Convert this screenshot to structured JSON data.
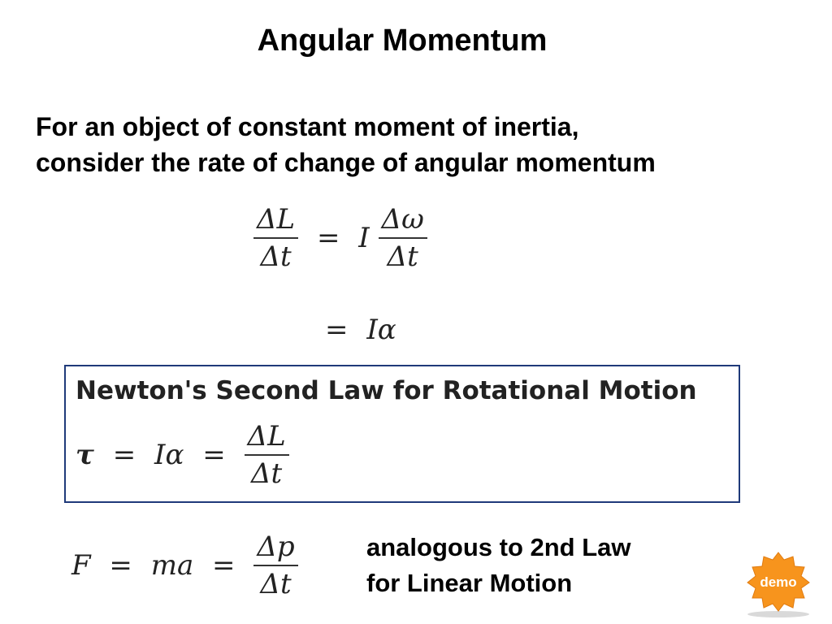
{
  "slide": {
    "title": "Angular Momentum",
    "intro": {
      "line1": "For an object of constant moment of inertia,",
      "line2": "consider the rate of change of angular momentum"
    }
  },
  "equations": {
    "rate_of_change": {
      "lhs_num": "ΔL",
      "lhs_den": "Δt",
      "equals": "=",
      "factor": "I",
      "rhs_num": "Δω",
      "rhs_den": "Δt"
    },
    "simplified": {
      "equals": "=",
      "rhs": "Iα"
    },
    "linear": {
      "lhs": "F",
      "equals1": "=",
      "middle": "ma",
      "equals2": "=",
      "num": "Δp",
      "den": "Δt"
    }
  },
  "law_box": {
    "heading": "Newton's Second Law for Rotational Motion",
    "tau": "τ",
    "equals1": "=",
    "middle": "Iα",
    "equals2": "=",
    "num": "ΔL",
    "den": "Δt",
    "border_color": "#1f3a7a"
  },
  "analogy_note": {
    "line1": "analogous to 2nd Law",
    "line2": "for Linear Motion"
  },
  "demo_badge": {
    "label": "demo",
    "color": "#f7941d"
  }
}
